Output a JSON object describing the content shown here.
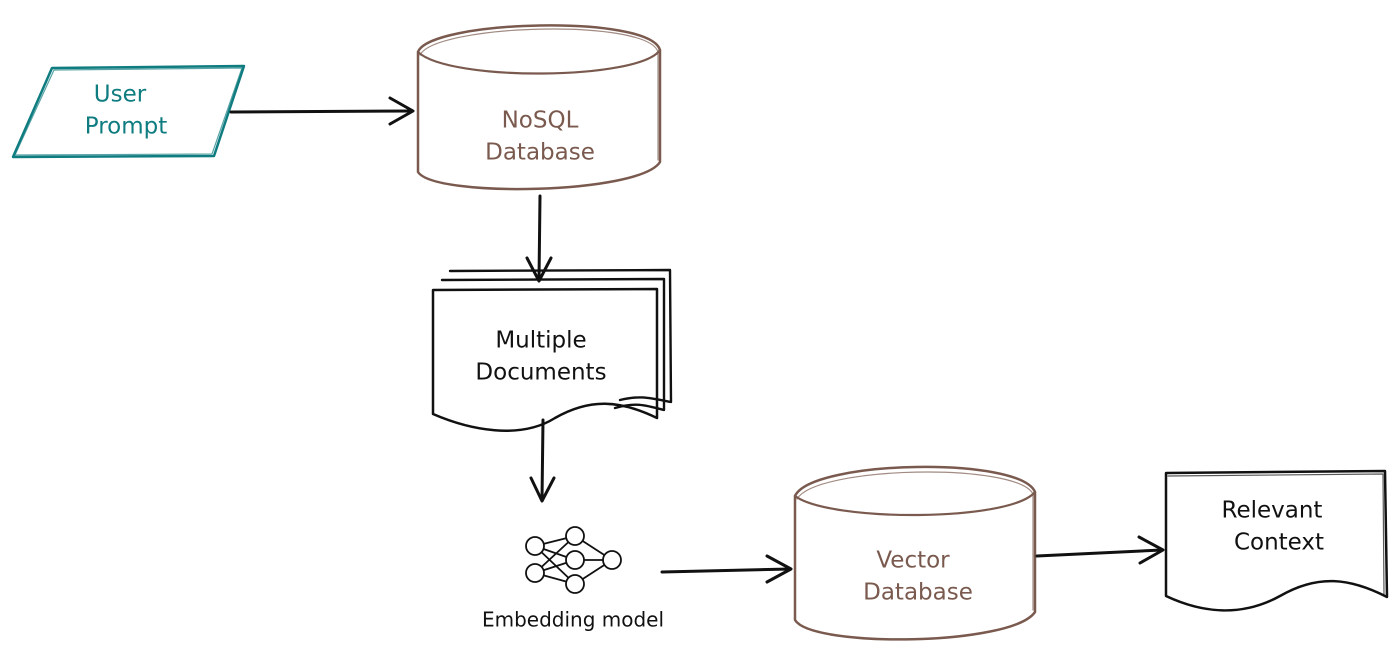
{
  "colors": {
    "prompt": "#0f7c80",
    "database": "#7a5a4e",
    "ink": "#111111",
    "doc_fill": "#e9eaee"
  },
  "nodes": {
    "user_prompt": {
      "line1": "User",
      "line2": "Prompt",
      "shape": "parallelogram"
    },
    "nosql_db": {
      "line1": "NoSQL",
      "line2": "Database",
      "shape": "cylinder"
    },
    "documents": {
      "line1": "Multiple",
      "line2": "Documents",
      "shape": "stacked-documents"
    },
    "embedding_model": {
      "label": "Embedding model",
      "icon": "neural-network-icon"
    },
    "vector_db": {
      "line1": "Vector",
      "line2": "Database",
      "shape": "cylinder"
    },
    "relevant_context": {
      "line1": "Relevant",
      "line2": "Context",
      "shape": "document"
    }
  },
  "edges": [
    {
      "from": "user_prompt",
      "to": "nosql_db"
    },
    {
      "from": "nosql_db",
      "to": "documents"
    },
    {
      "from": "documents",
      "to": "embedding_model"
    },
    {
      "from": "embedding_model",
      "to": "vector_db"
    },
    {
      "from": "vector_db",
      "to": "relevant_context"
    }
  ]
}
